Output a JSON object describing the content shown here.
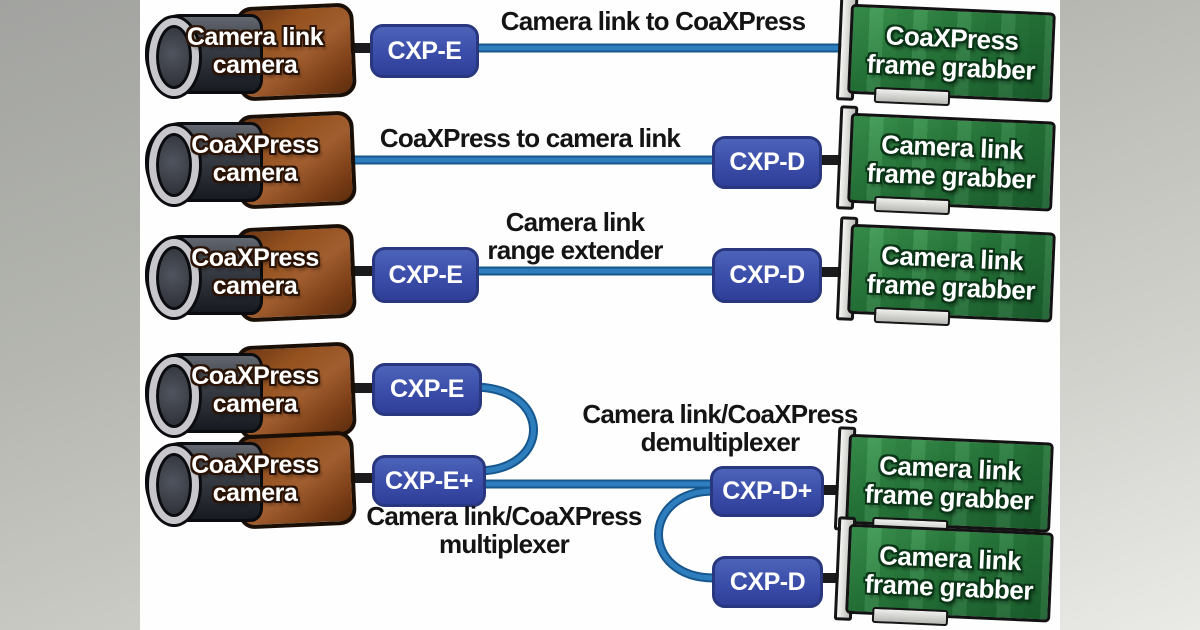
{
  "colors": {
    "background_gray_top": "#a2a3a0",
    "background_gray_bottom": "#eaeae7",
    "panel_white": "#fefefe",
    "converter_blue": "#3a4da8",
    "cable_blue": "#2e7dbd",
    "pcb_green": "#2a7c3e",
    "camera_body_brown": "#9a5628",
    "camera_barrel_gray": "#3b3f47",
    "label_black": "#141414"
  },
  "cameras": [
    {
      "line1": "Camera link",
      "line2": "camera"
    },
    {
      "line1": "CoaXPress",
      "line2": "camera"
    },
    {
      "line1": "CoaXPress",
      "line2": "camera"
    },
    {
      "line1": "CoaXPress",
      "line2": "camera"
    },
    {
      "line1": "CoaXPress",
      "line2": "camera"
    }
  ],
  "converters": {
    "row1_tx": "CXP-E",
    "row2_rx": "CXP-D",
    "row3_tx": "CXP-E",
    "row3_rx": "CXP-D",
    "row4_tx": "CXP-E",
    "row5_tx": "CXP-E+",
    "row5_rx": "CXP-D+",
    "row6_rx": "CXP-D"
  },
  "link_labels": {
    "row1": "Camera link to CoaXPress",
    "row2": "CoaXPress to camera link",
    "row3": [
      "Camera link",
      "range extender"
    ],
    "demux": [
      "Camera link/CoaXPress",
      "demultiplexer"
    ],
    "mux": [
      "Camera link/CoaXPress",
      "multiplexer"
    ]
  },
  "frame_grabbers": [
    {
      "line1": "CoaXPress",
      "line2": "frame grabber"
    },
    {
      "line1": "Camera link",
      "line2": "frame grabber"
    },
    {
      "line1": "Camera link",
      "line2": "frame grabber"
    },
    {
      "line1": "Camera link",
      "line2": "frame grabber"
    },
    {
      "line1": "Camera link",
      "line2": "frame grabber"
    }
  ]
}
